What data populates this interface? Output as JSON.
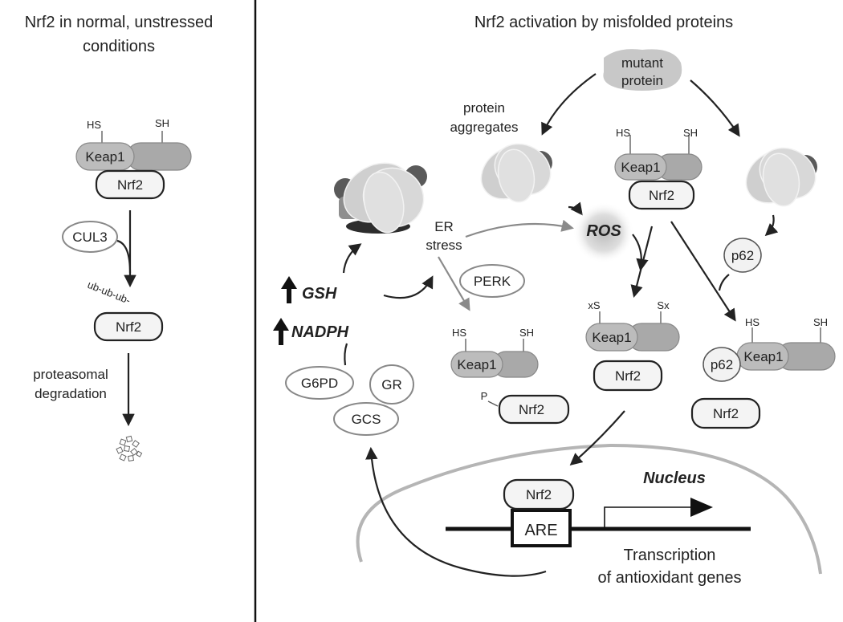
{
  "left_panel": {
    "title_line1": "Nrf2 in normal, unstressed",
    "title_line2": "conditions",
    "hs": "HS",
    "sh": "SH",
    "keap1": "Keap1",
    "nrf2_top": "Nrf2",
    "cul3": "CUL3",
    "ub_chain": "ub-ub-ub-",
    "nrf2_mid": "Nrf2",
    "degradation_line1": "proteasomal",
    "degradation_line2": "degradation"
  },
  "right_panel": {
    "title": "Nrf2 activation by misfolded proteins",
    "mutant_line1": "mutant",
    "mutant_line2": "protein",
    "aggregates_line1": "protein",
    "aggregates_line2": "aggregates",
    "er_line1": "ER",
    "er_line2": "stress",
    "ros": "ROS",
    "perk": "PERK",
    "gsh": "GSH",
    "nadph": "NADPH",
    "g6pd": "G6PD",
    "gr": "GR",
    "gcs": "GCS",
    "p62_upper": "p62",
    "p62_lower": "p62",
    "hs": "HS",
    "sh": "SH",
    "xs": "xS",
    "sx": "Sx",
    "keap1": "Keap1",
    "nrf2": "Nrf2",
    "phospho": "P",
    "nucleus": "Nucleus",
    "are": "ARE",
    "transcription_line1": "Transcription",
    "transcription_line2": "of antioxidant genes"
  },
  "colors": {
    "ink": "#222222",
    "aggregate_light": "#d6d6d6",
    "aggregate_dark": "#5a5a5a",
    "keap1_fill": "#bcbcbc",
    "nucleus_outline": "#b5b5b5"
  }
}
